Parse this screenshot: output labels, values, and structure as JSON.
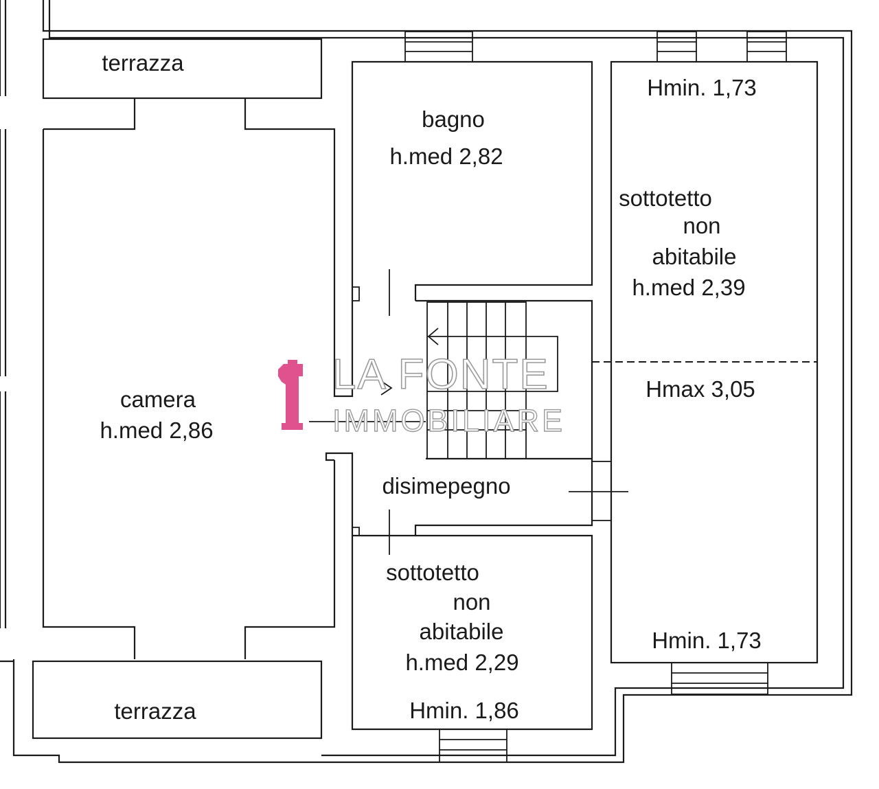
{
  "watermark": {
    "line1": "LA FONTE",
    "line2": "IMMOBILIARE",
    "logo_color": "#e0528e"
  },
  "rooms": {
    "terrazza_top": {
      "name": "terrazza"
    },
    "bagno": {
      "name": "bagno",
      "height": "h.med 2,82"
    },
    "sottotetto_right": {
      "lines": [
        "sottotetto",
        "non",
        "abitabile",
        "h.med 2,39"
      ],
      "hmin_top": "Hmin. 1,73",
      "hmax": "Hmax 3,05",
      "hmin_bottom": "Hmin. 1,73"
    },
    "camera": {
      "name": "camera",
      "height": "h.med 2,86"
    },
    "disimpegno": {
      "name": "disimepegno"
    },
    "sottotetto_bottom": {
      "lines": [
        "sottotetto",
        "non",
        "abitabile",
        "h.med 2,29"
      ],
      "hmin": "Hmin. 1,86"
    },
    "terrazza_bottom": {
      "name": "terrazza"
    }
  }
}
